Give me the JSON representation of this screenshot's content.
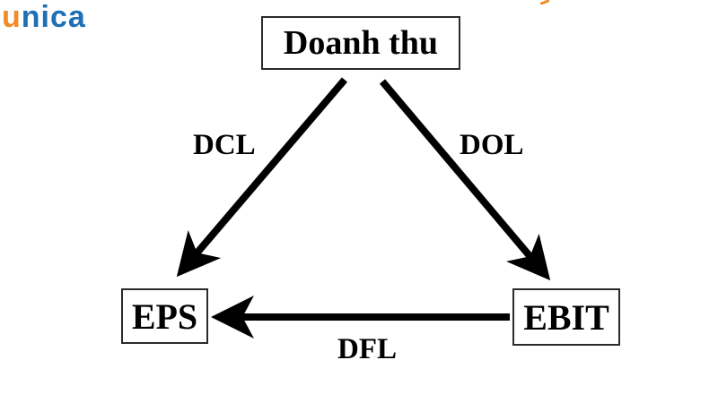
{
  "logo": {
    "prefix": "u",
    "rest": "nica",
    "brand_color": "#1e6fb5",
    "accent_color": "#f28c28"
  },
  "diagram": {
    "nodes": {
      "top": "Doanh thu",
      "left": "EPS",
      "right": "EBIT"
    },
    "edges": {
      "top_to_left": "DCL",
      "top_to_right": "DOL",
      "right_to_left": "DFL"
    }
  }
}
